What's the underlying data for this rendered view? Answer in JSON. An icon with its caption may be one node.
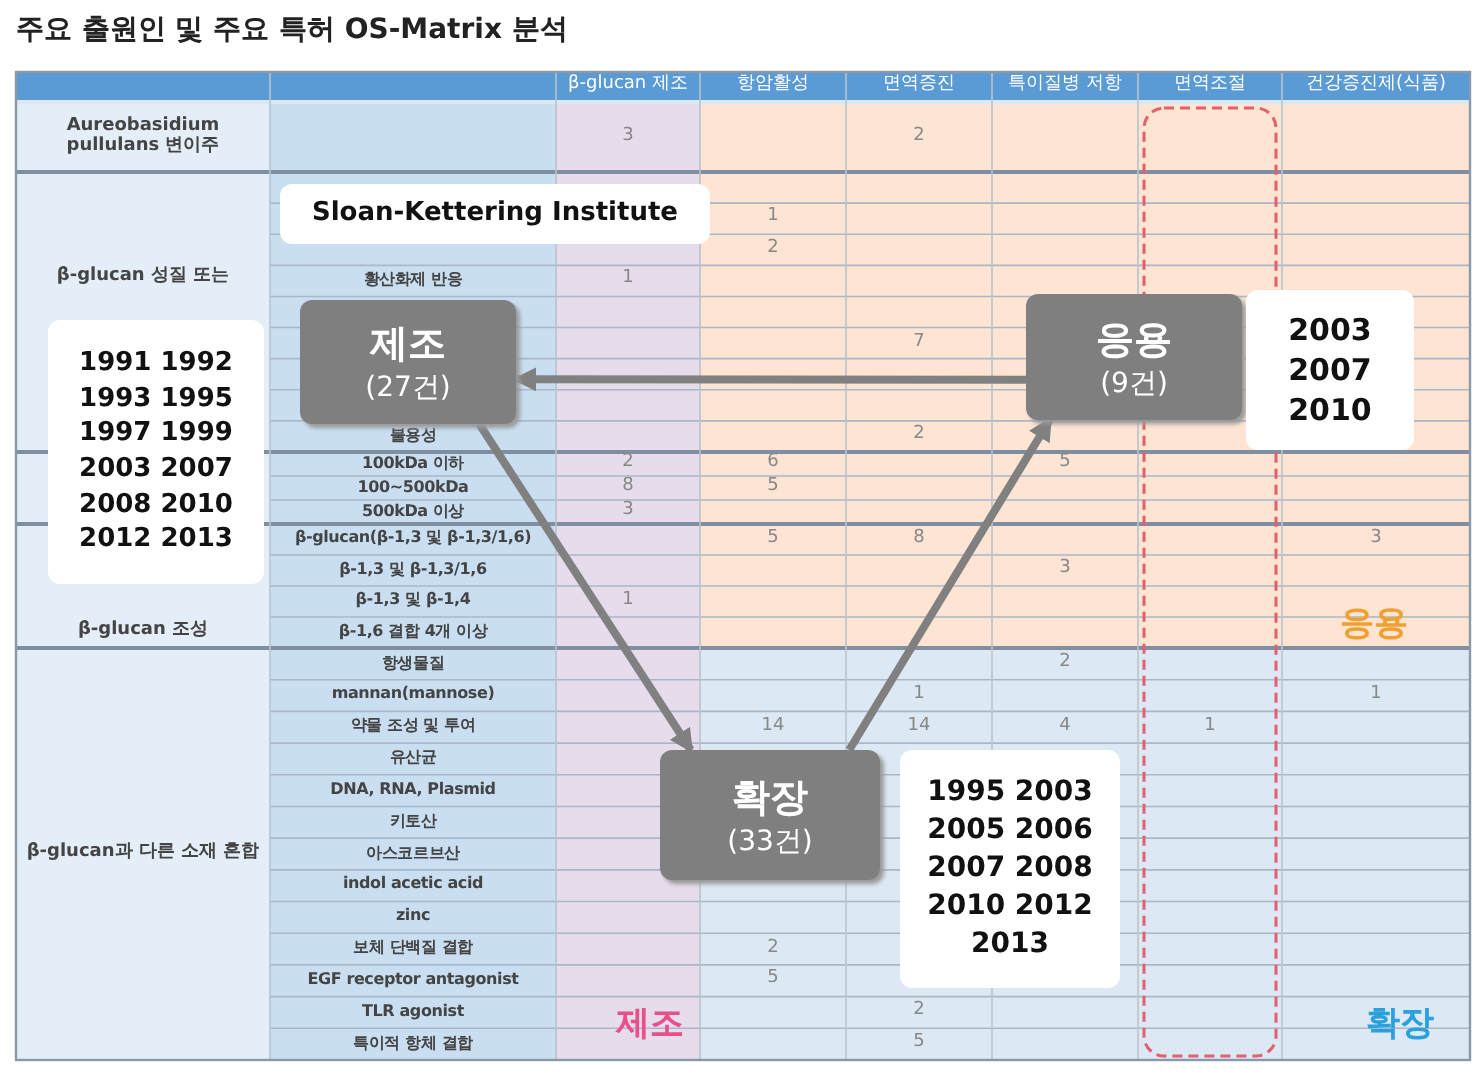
{
  "diagram": {
    "title": "주요 출원인 및 주요 특허 OS-Matrix 분석",
    "nodes": [
      {
        "text": [
          "제조",
          "(27건)"
        ],
        "beside": [
          "Sloan-Kettering Institute",
          "1991 1992 1993 1995 1997 1999 2003 2007 2008 2010 2012 2013"
        ]
      },
      {
        "text": [
          "응용",
          "(9건)"
        ],
        "beside": [
          "2003 2007 2010"
        ]
      },
      {
        "text": [
          "확장",
          "(33건)"
        ],
        "beside": [
          "1995 2003 2005 2006 2007 2008 2010 2012 2013"
        ]
      }
    ],
    "edges": [
      {
        "from": 1,
        "to": 0,
        "arrow": "to"
      },
      {
        "from": 0,
        "to": 2,
        "arrow": "to"
      },
      {
        "from": 2,
        "to": 1,
        "arrow": "to"
      }
    ],
    "labels": [
      "β-glucan 제조",
      "항암활성",
      "면역증진",
      "특이질병 저항",
      "면역조절",
      "건강증진제(식품)",
      "Aureobasidium pullulans 변이주",
      "3",
      "2",
      "β-glucan 성질 또는",
      "1",
      "2",
      "황산화제 반응",
      "1",
      "7",
      "불용성",
      "2",
      "100kDa 이하",
      "2",
      "6",
      "5",
      "100~500kDa",
      "8",
      "5",
      "500kDa 이상",
      "3",
      "β-glucan 조성",
      "β-glucan(β-1,3 및 β-1,3/1,6)",
      "5",
      "8",
      "3",
      "β-1,3 및 β-1,3/1,6",
      "3",
      "β-1,3 및 β-1,4",
      "1",
      "β-1,6 결합 4개 이상",
      "β-glucan과 다른 소재 혼합",
      "항생물질",
      "2",
      "mannan(mannose)",
      "1",
      "1",
      "약물 조성 및 투여",
      "14",
      "14",
      "4",
      "1",
      "유산균",
      "DNA, RNA, Plasmid",
      "키토산",
      "아스코르브산",
      "indol acetic acid",
      "zinc",
      "보체 단백질 결합",
      "2",
      "EGF receptor antagonist",
      "5",
      "TLR agonist",
      "2",
      "특이적 항체 결합",
      "5",
      "응용",
      "제조",
      "확장"
    ]
  }
}
